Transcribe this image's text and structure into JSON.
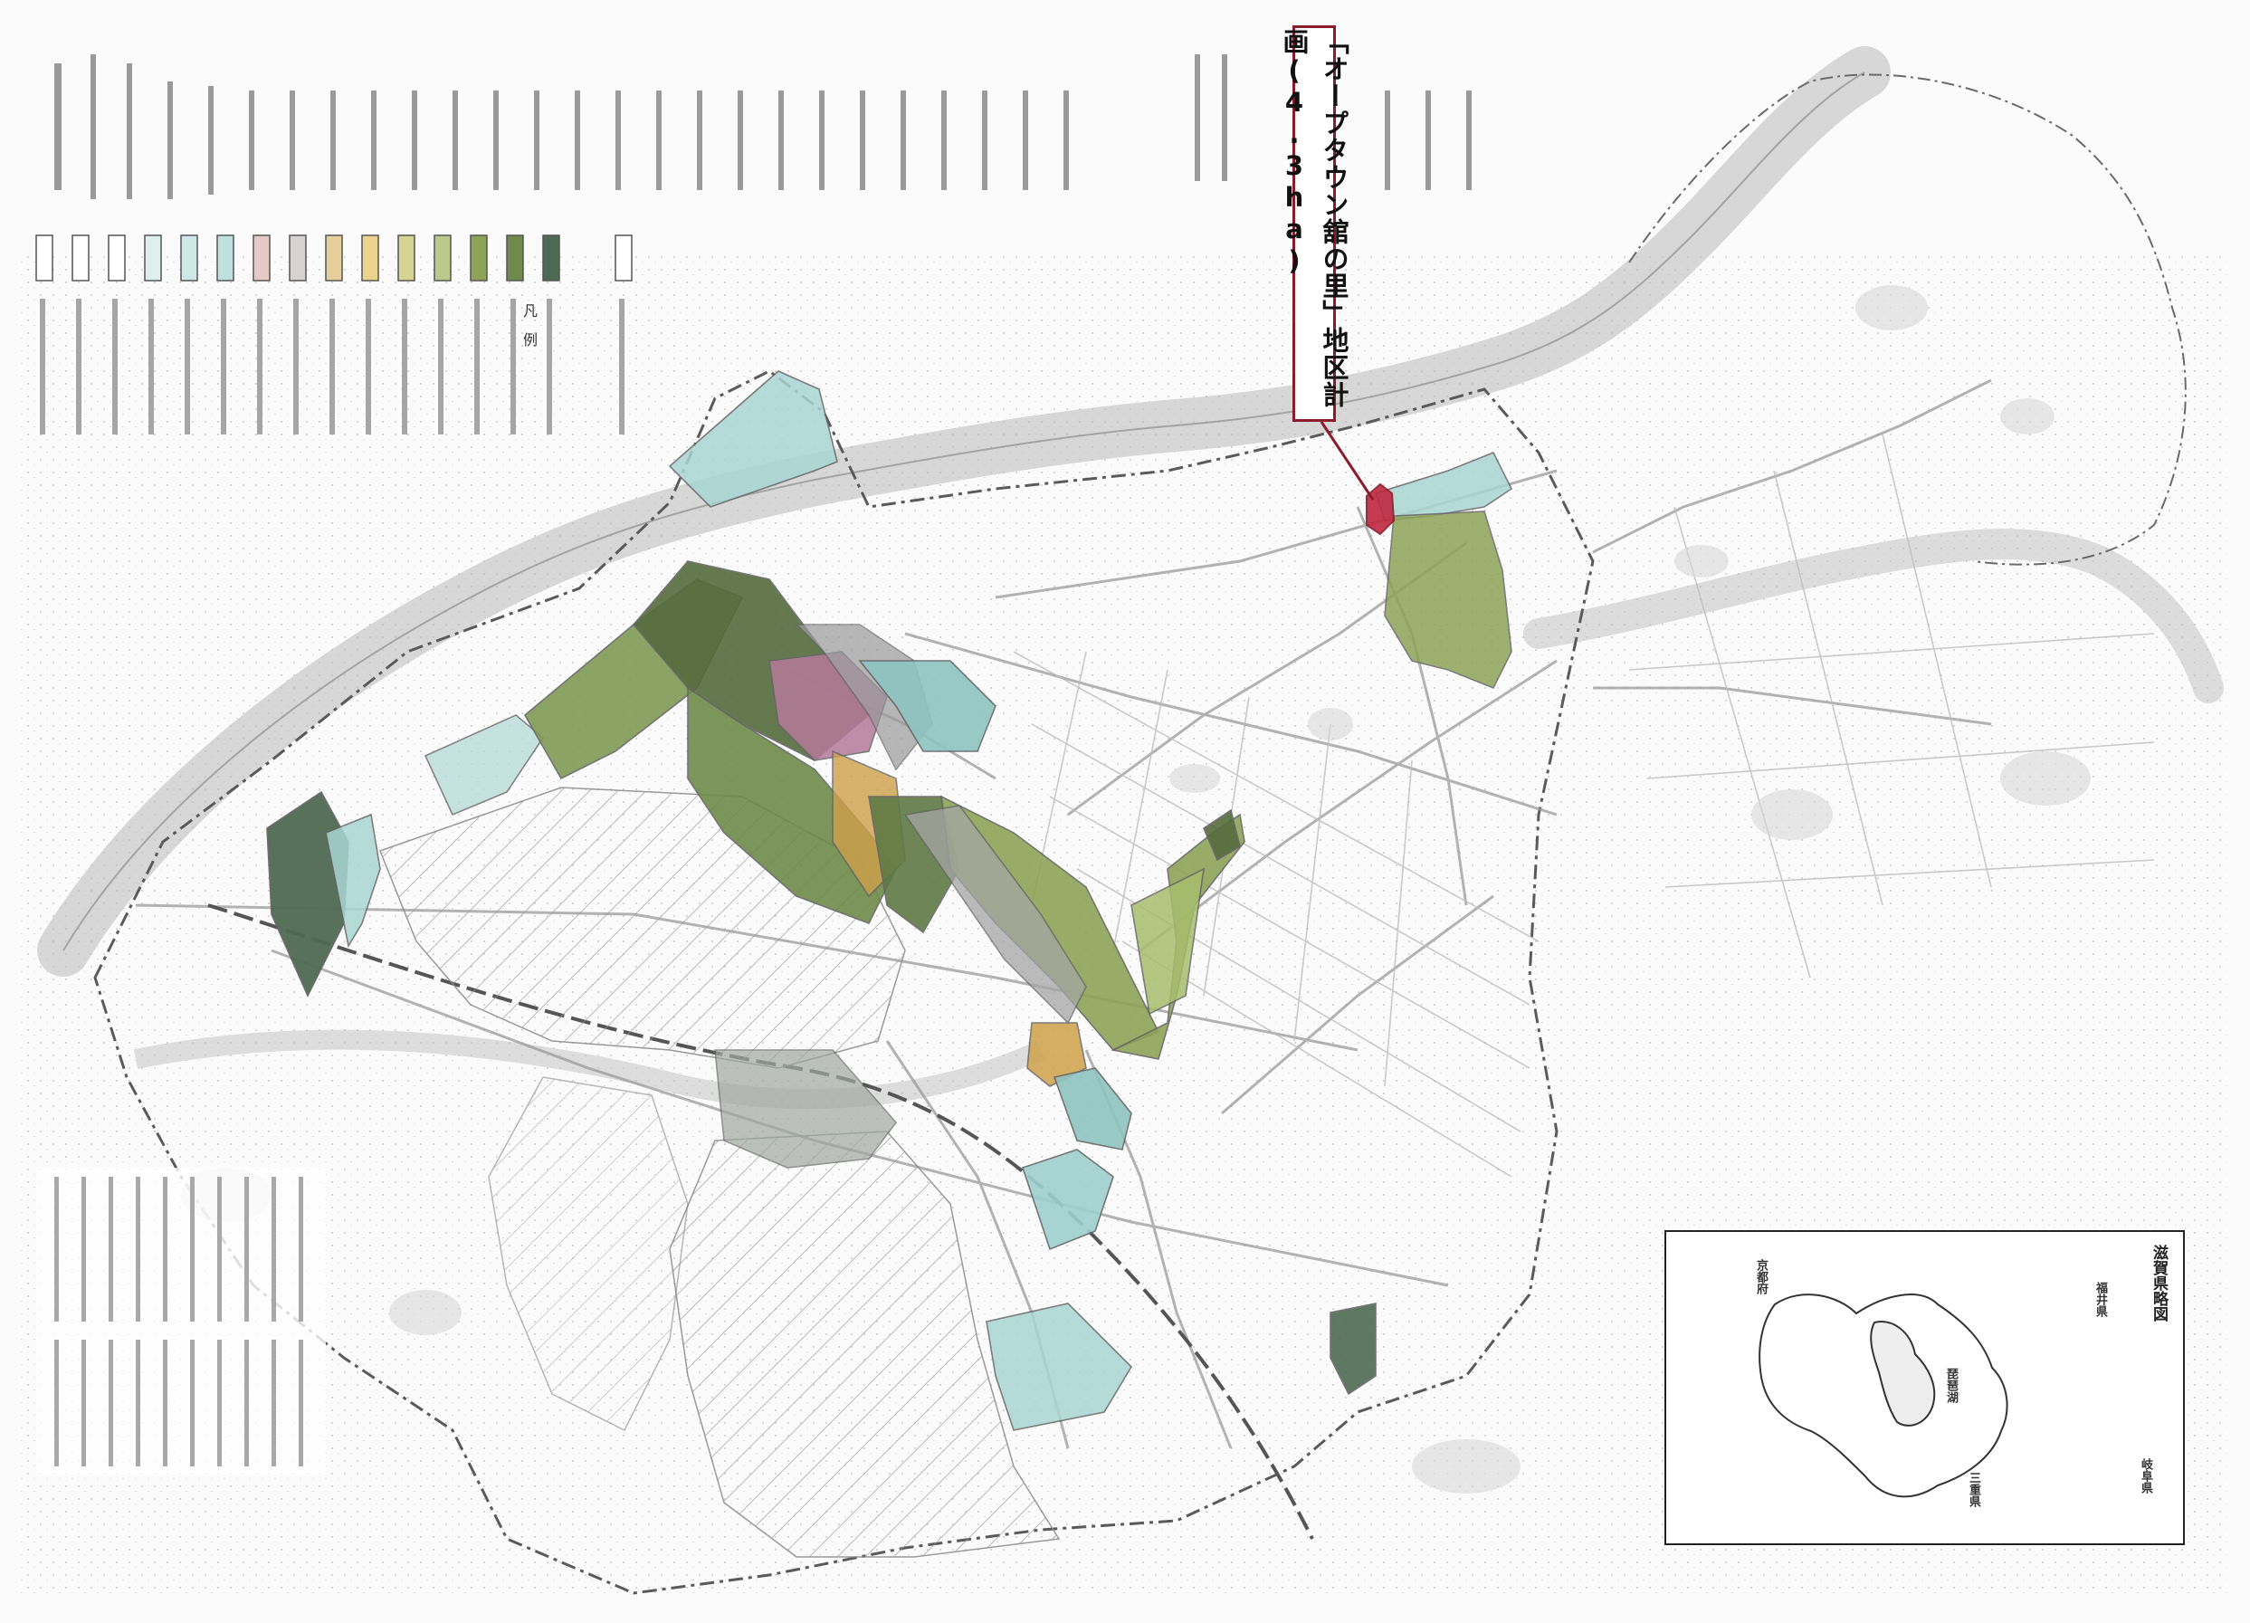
{
  "callout": {
    "label": "「オープタウン舘の里」地区計画(4.3ha)",
    "border_color": "#8a1c2b"
  },
  "legend": {
    "title": "凡　例"
  },
  "inset": {
    "title": "滋賀県略図",
    "labels": {
      "fukui": "福井県",
      "kyoto": "京都府",
      "gifu": "岐阜県",
      "mie": "三重県",
      "lake": "琵琶湖"
    }
  },
  "zone_colors": {
    "residential_1_low": "#4f6a52",
    "residential_1_mid": "#6f8a4a",
    "residential_2": "#8ea357",
    "residential_general": "#a7bd6d",
    "commercial_near": "#cfa14a",
    "commercial": "#b57a9a",
    "industrial_quasi": "#9fcfcf",
    "industrial": "#a8d6d2",
    "highlight": "#c0283e"
  }
}
